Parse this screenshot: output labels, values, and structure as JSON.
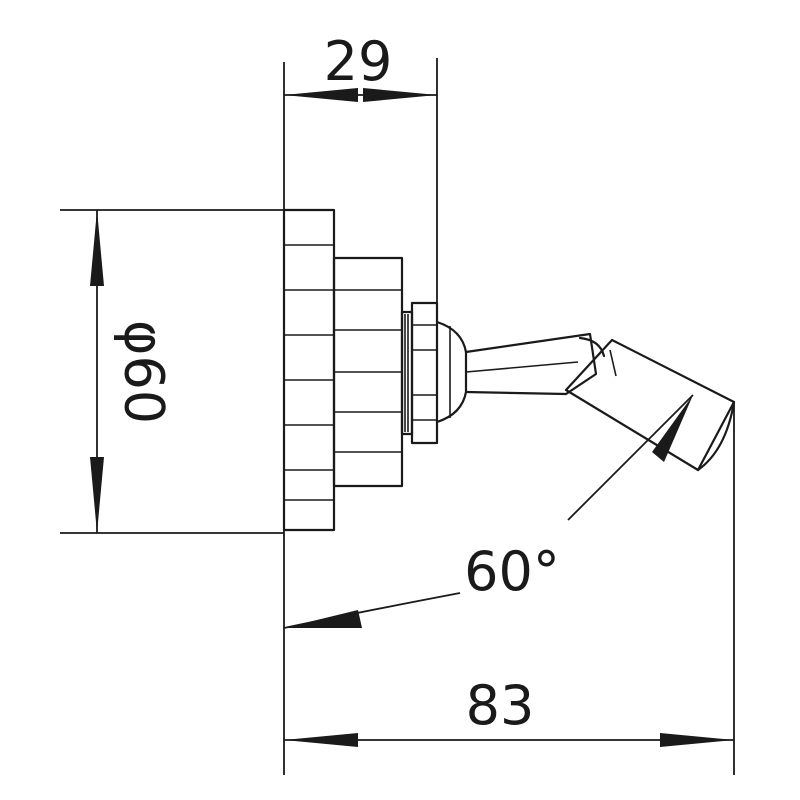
{
  "drawing": {
    "dimensions": {
      "top_width": "29",
      "diameter": "φ60",
      "angle": "60°",
      "overall_length": "83"
    },
    "colors": {
      "line": "#1a1a1a",
      "background": "#ffffff"
    }
  }
}
